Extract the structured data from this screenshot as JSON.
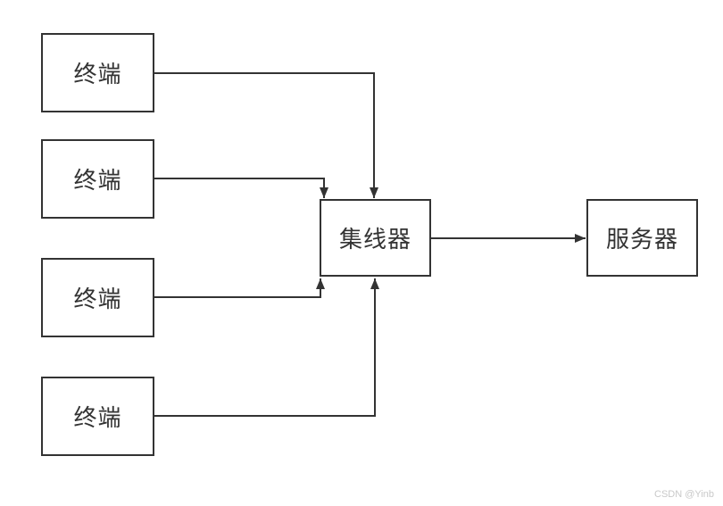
{
  "diagram": {
    "colors": {
      "background": "#ffffff",
      "stroke": "#333333",
      "node_fill": "#ffffff",
      "text": "#333333",
      "watermark_text_color": "#c9c9c9"
    },
    "nodes": [
      {
        "id": "terminal-1",
        "label": "终端"
      },
      {
        "id": "terminal-2",
        "label": "终端"
      },
      {
        "id": "terminal-3",
        "label": "终端"
      },
      {
        "id": "terminal-4",
        "label": "终端"
      },
      {
        "id": "hub",
        "label": "集线器"
      },
      {
        "id": "server",
        "label": "服务器"
      }
    ],
    "edges": [
      {
        "from": "terminal-1",
        "to": "hub",
        "arrow": "into-hub-top"
      },
      {
        "from": "terminal-2",
        "to": "hub",
        "arrow": "into-hub-top"
      },
      {
        "from": "terminal-3",
        "to": "hub",
        "arrow": "into-hub-bottom"
      },
      {
        "from": "terminal-4",
        "to": "hub",
        "arrow": "into-hub-bottom"
      },
      {
        "from": "hub",
        "to": "server",
        "arrow": "into-server-left"
      }
    ],
    "watermark": "CSDN @Yinb"
  }
}
